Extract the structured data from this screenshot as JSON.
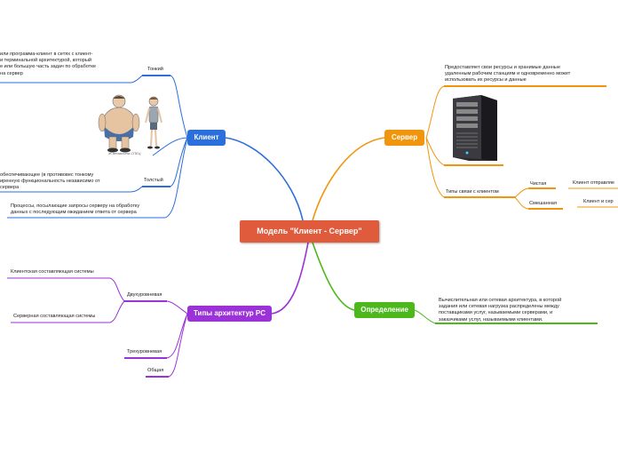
{
  "central": {
    "title": "Модель \"Клиент - Сервер\"",
    "color": "#e05a3c"
  },
  "branches": {
    "client": {
      "title": "Клиент",
      "color": "#2a6fdc"
    },
    "server": {
      "title": "Сервер",
      "color": "#f0950c"
    },
    "types": {
      "title": "Типы архитектур PC",
      "color": "#9a32d8"
    },
    "definition": {
      "title": "Определение",
      "color": "#4cb81c"
    }
  },
  "client_nodes": {
    "thin": "Тонкий",
    "thin_desc": "или программа-клиент в сетях с клиент-\nи терминальной архитектурой, который\nе или большую часть задач по обработке\nна сервер",
    "image_caption": "Ж.желатина СПЕЦ",
    "thick": "Толстый",
    "thick_desc": "обеспечивающее (в противовес тонкому\nиренную функциональность независимо от\nсервера",
    "processes": "Процессы, посылающие запросы серверу на обработку\nданных с последующим ожиданием ответа от сервера"
  },
  "server_nodes": {
    "provides": "Предоставляет свои ресурсы и хранимые данные\nудаленным рабочим станциям и одновременно может\nиспользовать их ресурсы и данные",
    "link_types": "Типы связи с клиентом",
    "pure": "Чистая",
    "pure_desc": "Клиент отправляе",
    "mixed": "Смешанная",
    "mixed_desc": "Клиент и сер"
  },
  "types_nodes": {
    "two_tier": "Двухуровневая",
    "client_comp": "Клиентская составляющая системы",
    "server_comp": "Серверная составляющая системы",
    "three_tier": "Трехуровневая",
    "general": "Общая"
  },
  "definition_text": "Вычислительная или сетевая архитектура, в которой\nзадания или сетевая нагрузка распределены между\nпоставщиками услуг, называемыми серверами, и\nзаказчиками услуг, называемыми клиентами."
}
